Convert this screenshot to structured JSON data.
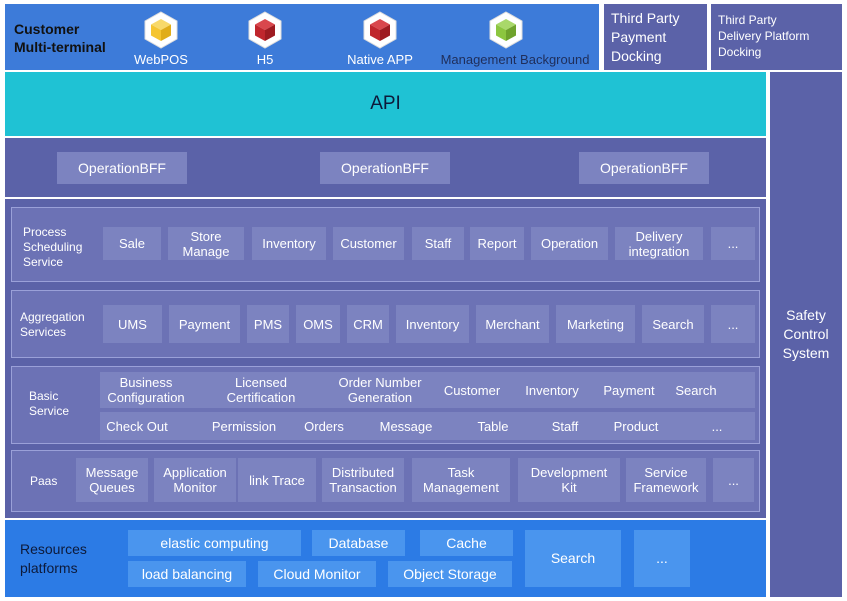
{
  "customer": {
    "title": "Customer\nMulti-terminal",
    "terminals": [
      {
        "label": "WebPOS",
        "icon": "cube-icon",
        "color": "#f5c531"
      },
      {
        "label": "H5",
        "icon": "cube-icon",
        "color": "#c0262d"
      },
      {
        "label": "Native APP",
        "icon": "cube-icon",
        "color": "#c0262d"
      },
      {
        "label": "Management Background",
        "icon": "cube-icon",
        "color": "#8cc63f"
      }
    ]
  },
  "third_party": {
    "payment": "Third Party\nPayment\nDocking",
    "delivery": "Third Party\nDelivery Platform\nDocking"
  },
  "api": {
    "label": "API"
  },
  "bff": {
    "items": [
      "OperationBFF",
      "OperationBFF",
      "OperationBFF"
    ]
  },
  "safety": {
    "label": "Safety\nControl\nSystem"
  },
  "process": {
    "label": "Process\nScheduling\nService",
    "items": [
      "Sale",
      "Store\nManage",
      "Inventory",
      "Customer",
      "Staff",
      "Report",
      "Operation",
      "Delivery\nintegration",
      "..."
    ]
  },
  "aggregation": {
    "label": "Aggregation\nServices",
    "items": [
      "UMS",
      "Payment",
      "PMS",
      "OMS",
      "CRM",
      "Inventory",
      "Merchant",
      "Marketing",
      "Search",
      "..."
    ]
  },
  "basic": {
    "label": "Basic\nService",
    "row1": [
      "Business\nConfiguration",
      "Licensed\nCertification",
      "Order Number\nGeneration",
      "Customer",
      "Inventory",
      "Payment",
      "Search"
    ],
    "row2": [
      "Check Out",
      "Permission",
      "Orders",
      "Message",
      "Table",
      "Staff",
      "Product",
      "..."
    ]
  },
  "paas": {
    "label": "Paas",
    "items": [
      "Message\nQueues",
      "Application\nMonitor",
      "link Trace",
      "Distributed\nTransaction",
      "Task\nManagement",
      "Development\nKit",
      "Service\nFramework",
      "..."
    ]
  },
  "resources": {
    "label": "Resources\nplatforms",
    "row1": [
      "elastic computing",
      "Database",
      "Cache"
    ],
    "row2": [
      "load balancing",
      "Cloud Monitor",
      "Object Storage"
    ],
    "search": "Search",
    "more": "..."
  },
  "colors": {
    "header": "#3d7bd9",
    "api": "#1fc2d4",
    "panel": "#5b62a8",
    "box": "#7c83c0",
    "resources": "#2c7be5",
    "resource_box": "#4a95ee"
  }
}
